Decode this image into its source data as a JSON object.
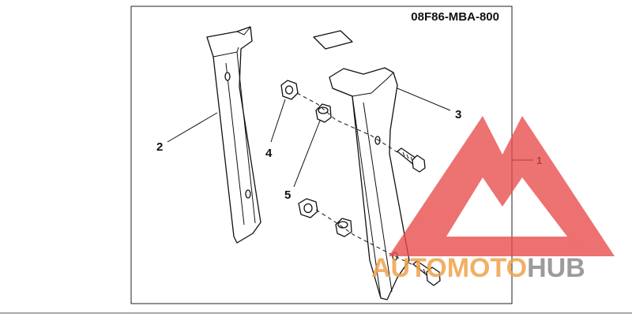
{
  "diagram": {
    "part_number": "08F86-MBA-800",
    "callouts": [
      "1",
      "2",
      "3",
      "4",
      "5"
    ]
  },
  "watermark": {
    "word_a": "AUTOMOTO",
    "word_b": "HUB",
    "colors": {
      "red": "#e84a4a",
      "orange": "#f0a24a",
      "gray": "#8a8a8a"
    }
  }
}
